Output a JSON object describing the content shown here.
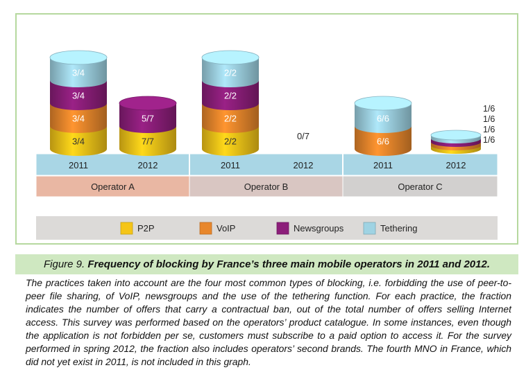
{
  "chart_data": {
    "type": "bar",
    "style": "stacked cylinders",
    "categories": [
      "2011",
      "2012",
      "2011",
      "2012",
      "2011",
      "2012"
    ],
    "groups": [
      {
        "name": "Operator A",
        "years": [
          "2011",
          "2012"
        ]
      },
      {
        "name": "Operator B",
        "years": [
          "2011",
          "2012"
        ]
      },
      {
        "name": "Operator C",
        "years": [
          "2011",
          "2012"
        ]
      }
    ],
    "series": [
      {
        "name": "P2P",
        "color": "#f5c518",
        "values": [
          1,
          1,
          1,
          0,
          0,
          1
        ],
        "labels": [
          "3/4",
          "7/7",
          "2/2",
          "",
          "",
          "1/6"
        ]
      },
      {
        "name": "VoIP",
        "color": "#e8872c",
        "values": [
          1,
          0,
          1,
          0,
          1,
          1
        ],
        "labels": [
          "3/4",
          "",
          "2/2",
          "",
          "6/6",
          "1/6"
        ]
      },
      {
        "name": "Newsgroups",
        "color": "#8c1e7a",
        "values": [
          1,
          1,
          1,
          0,
          0,
          1
        ],
        "labels": [
          "3/4",
          "5/7",
          "2/2",
          "",
          "",
          "1/6"
        ]
      },
      {
        "name": "Tethering",
        "color": "#9fd3e3",
        "values": [
          1,
          0,
          1,
          0,
          1,
          1
        ],
        "labels": [
          "3/4",
          "",
          "2/2",
          "",
          "6/6",
          "1/6"
        ]
      }
    ],
    "fractions": [
      {
        "P2P": 0.75,
        "VoIP": 0.75,
        "Newsgroups": 0.75,
        "Tethering": 0.75
      },
      {
        "P2P": 1.0,
        "VoIP": 0,
        "Newsgroups": 0.714,
        "Tethering": 0
      },
      {
        "P2P": 1.0,
        "VoIP": 1.0,
        "Newsgroups": 1.0,
        "Tethering": 1.0
      },
      {
        "P2P": 0,
        "VoIP": 0,
        "Newsgroups": 0,
        "Tethering": 0
      },
      {
        "P2P": 0,
        "VoIP": 1.0,
        "Newsgroups": 0,
        "Tethering": 1.0
      },
      {
        "P2P": 0.167,
        "VoIP": 0.167,
        "Newsgroups": 0.167,
        "Tethering": 0.167
      }
    ],
    "bar_labels_above": [
      "",
      "",
      "",
      "0/7",
      "",
      ""
    ],
    "side_labels": [
      "1/6",
      "1/6",
      "1/6",
      "1/6"
    ],
    "legend": [
      "P2P",
      "VoIP",
      "Newsgroups",
      "Tethering"
    ],
    "legend_position": "bottom"
  },
  "figure": {
    "number": "Figure 9.",
    "title": "Frequency of blocking by France’s three main mobile operators in 2011 and 2012."
  },
  "caption": "The practices taken into account are the four most common types of blocking, i.e. forbidding the use of peer-to-peer file sharing, of VoIP, newsgroups and the use of the tethering function. For each practice, the fraction indicates the number of offers that carry a contractual ban, out of the total number of offers selling Internet access. This survey was performed based on the operators’ product catalogue. In some instances, even though the application is not forbidden per se, customers must subscribe to a paid option to access it. For the survey performed in spring 2012, the fraction also includes operators’ second brands. The fourth MNO in France, which did not yet exist in 2011, is not included in this graph.",
  "colors": {
    "year_band": "#a9d6e5",
    "operator_a": "#e9b7a3",
    "operator_b": "#d9c6c2",
    "operator_c": "#d2d0cf",
    "legend_band": "#dcdad8",
    "frame": "#b5d89e",
    "figure_band": "#cfe8c1"
  }
}
